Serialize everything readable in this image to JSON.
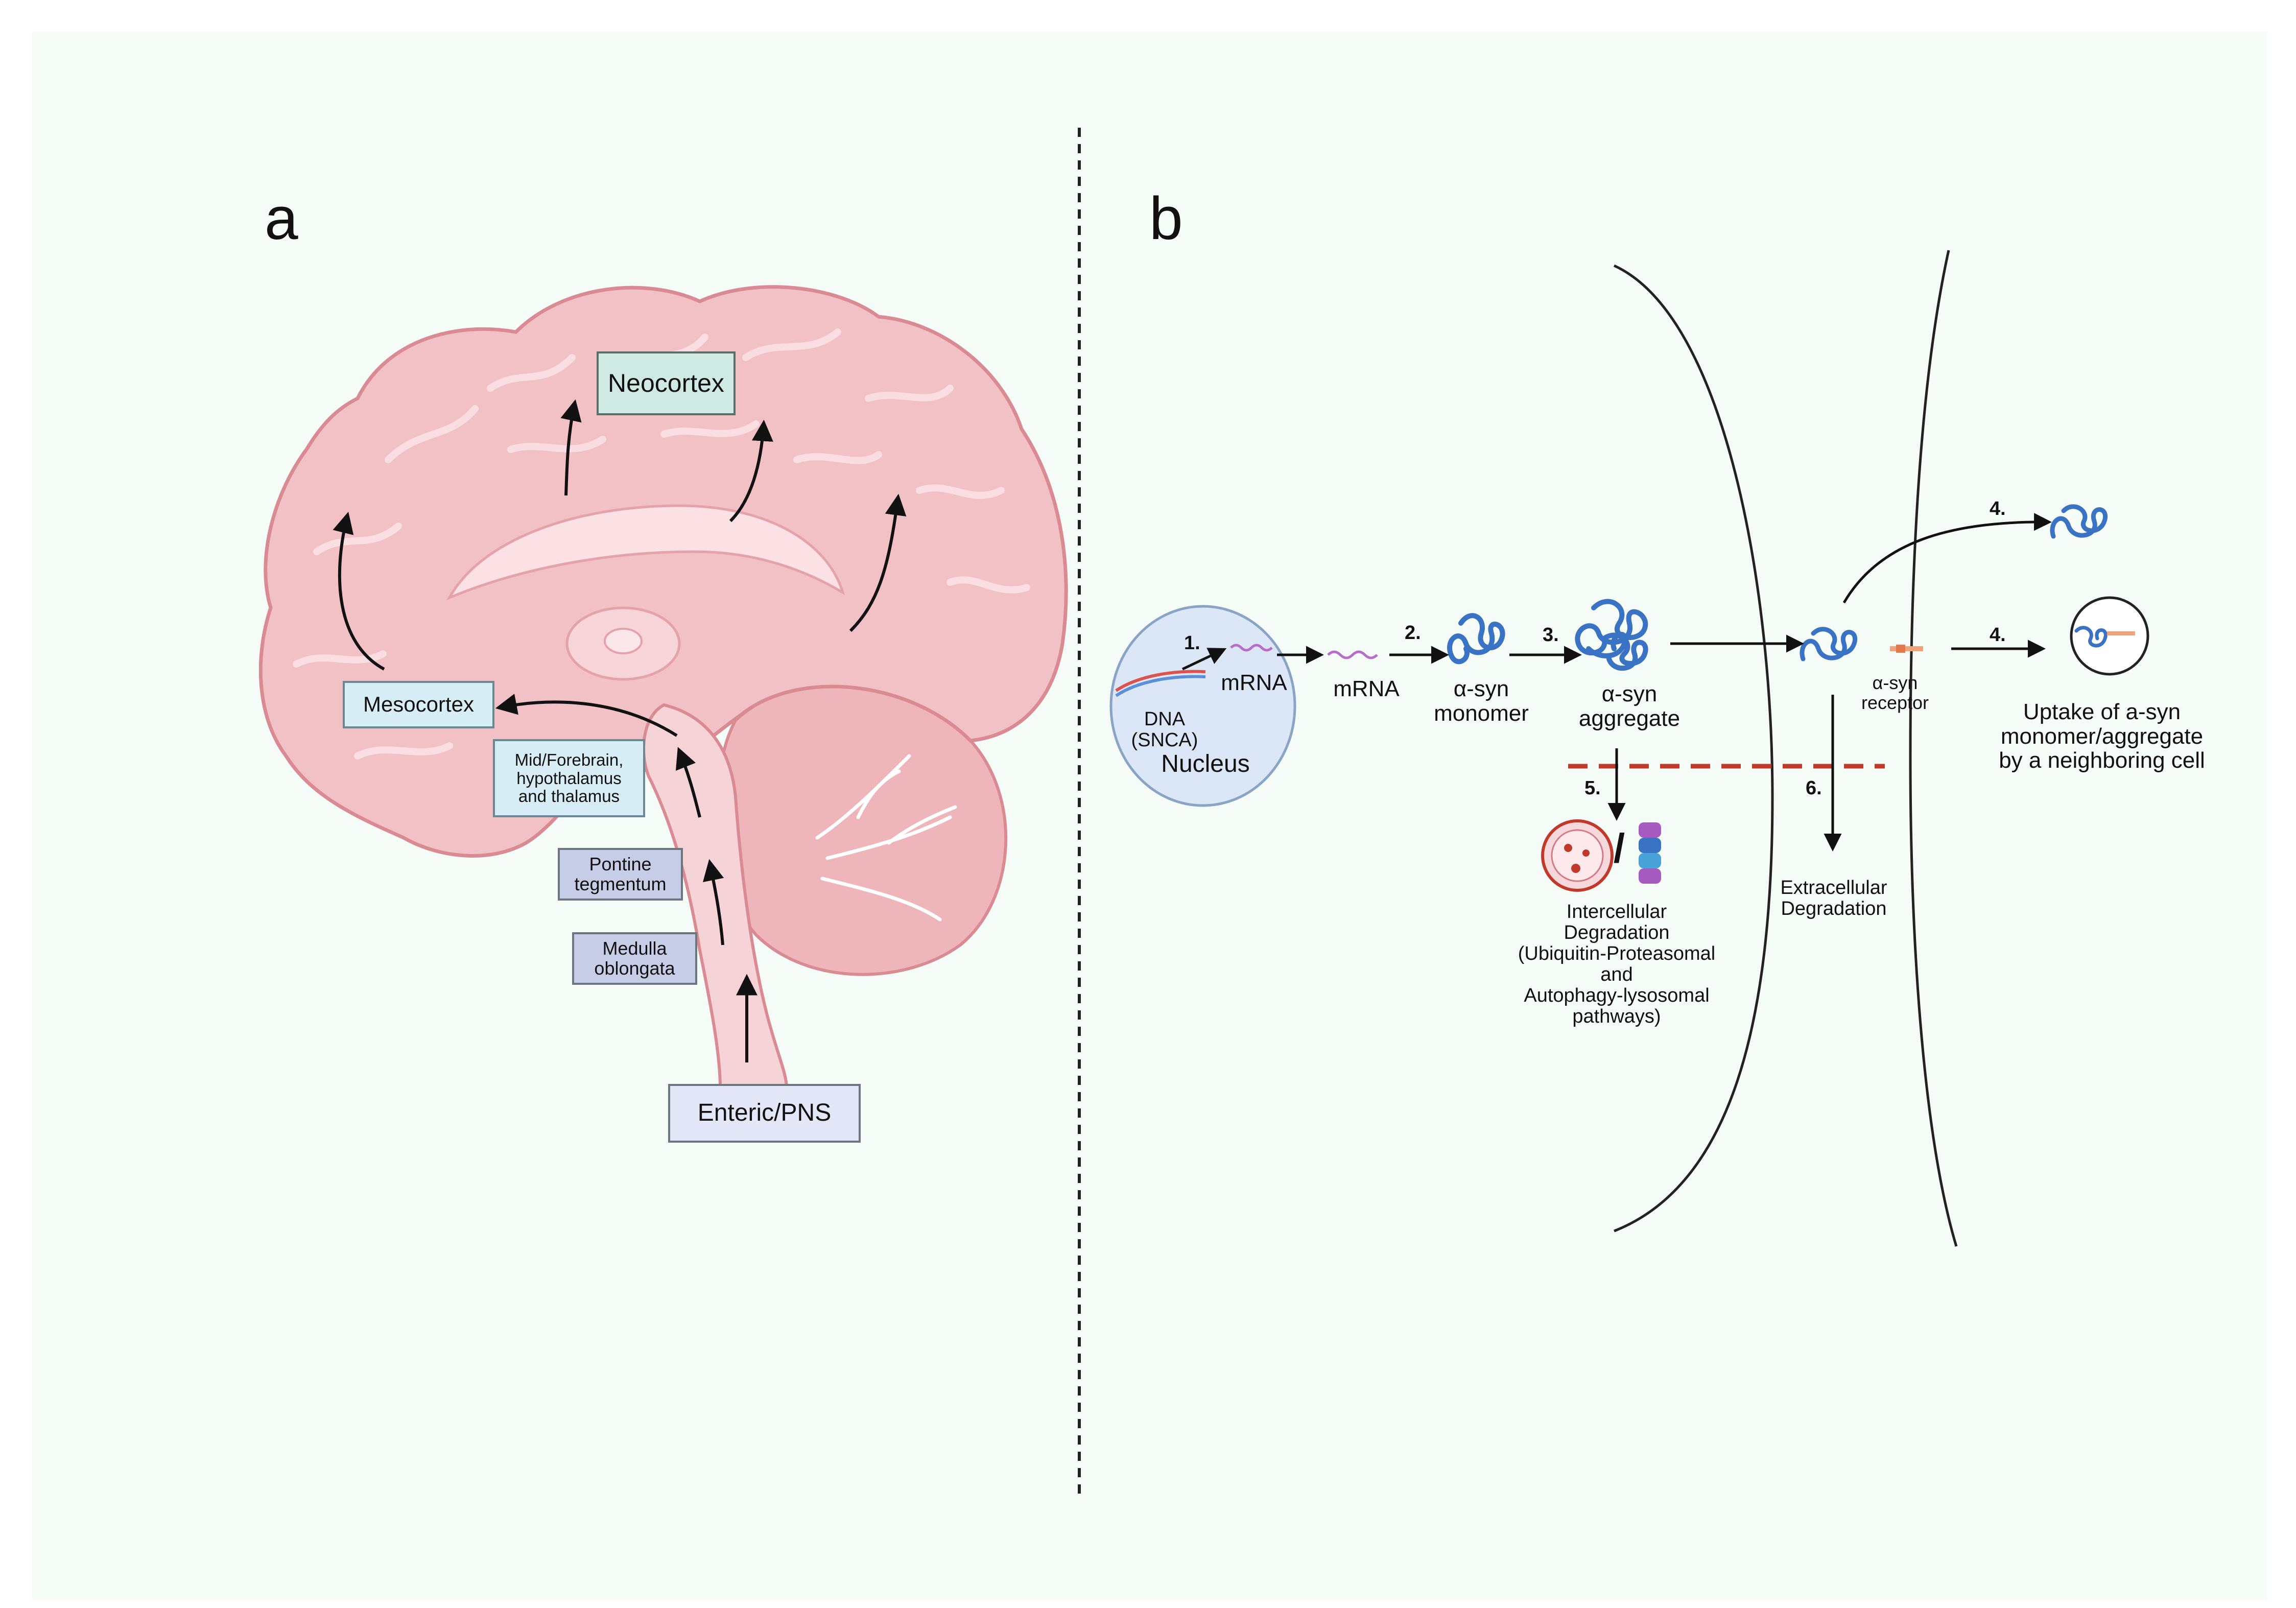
{
  "panel_a": {
    "letter": "a",
    "regions": {
      "neocortex": "Neocortex",
      "mesocortex": "Mesocortex",
      "mid_forebrain": "Mid/Forebrain,\nhypothalamus\nand thalamus",
      "pontine": "Pontine\ntegmentum",
      "medulla": "Medulla\noblongata",
      "enteric": "Enteric/PNS"
    },
    "colors": {
      "brain": "#f1c1c6",
      "brain_outline": "#d98a93",
      "neocortex_box": "#cfeae3",
      "mesocortex_box": "#d8eef6",
      "brainstem_box": "#c7cde6",
      "enteric_box": "#e3e7f7"
    }
  },
  "panel_b": {
    "letter": "b",
    "steps": {
      "s1": "1.",
      "s2": "2.",
      "s3": "3.",
      "s4a": "4.",
      "s4b": "4.",
      "s5": "5.",
      "s6": "6."
    },
    "labels": {
      "mrna_nucleus": "mRNA",
      "dna": "DNA\n(SNCA)",
      "nucleus": "Nucleus",
      "mrna": "mRNA",
      "monomer": "α-syn\nmonomer",
      "aggregate": "α-syn\naggregate",
      "receptor": "α-syn\nreceptor",
      "uptake": "Uptake of a-syn\nmonomer/aggregate\nby a neighboring cell",
      "intercellular": "Intercellular\nDegradation\n(Ubiquitin-Proteasomal\nand\nAutophagy-lysosomal\npathways)",
      "extracellular": "Extracellular\nDegradation",
      "slash": "/"
    },
    "colors": {
      "protein": "#3a72c4",
      "nucleus_fill": "#dbe7f7",
      "barrier": "#c0392b",
      "mrna": "#b86cc9",
      "receptor": "#f0a27a"
    }
  }
}
